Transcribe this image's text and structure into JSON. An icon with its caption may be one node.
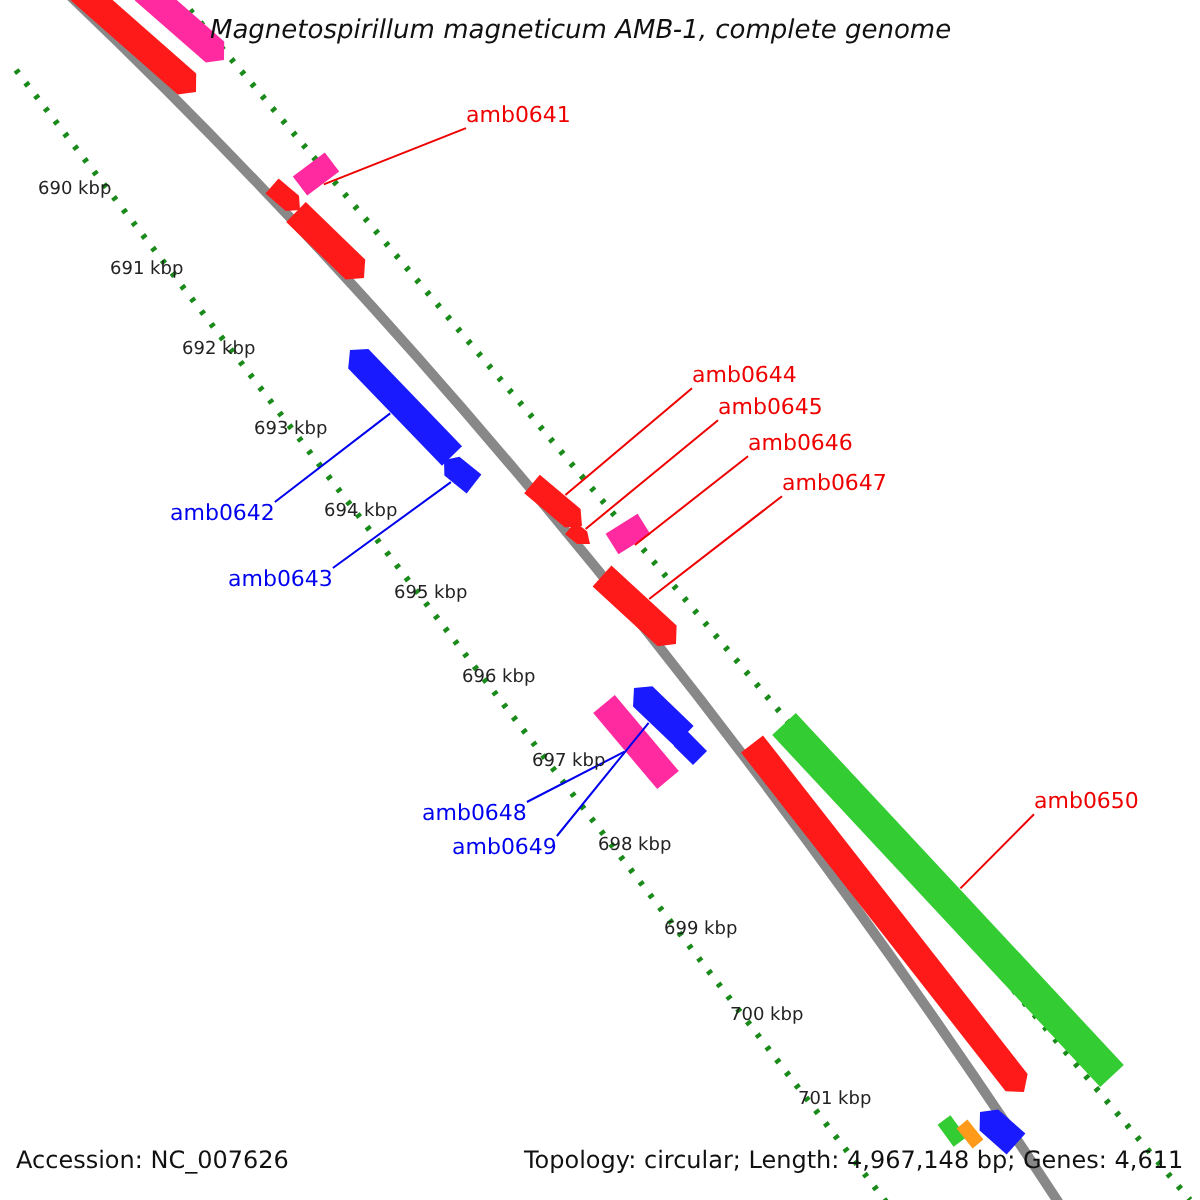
{
  "diagram": {
    "title": "Magnetospirillum magneticum AMB-1, complete genome",
    "nodes": [
      {
        "text": [
          "amb0641"
        ]
      },
      {
        "text": [
          "amb0642"
        ]
      },
      {
        "text": [
          "amb0643"
        ]
      },
      {
        "text": [
          "amb0644"
        ]
      },
      {
        "text": [
          "amb0645"
        ]
      },
      {
        "text": [
          "amb0646"
        ]
      },
      {
        "text": [
          "amb0647"
        ]
      },
      {
        "text": [
          "amb0648"
        ]
      },
      {
        "text": [
          "amb0649"
        ]
      },
      {
        "text": [
          "amb0650"
        ]
      },
      {
        "text": [],
        "shape": "bar"
      },
      {
        "text": [],
        "shape": "bar"
      },
      {
        "text": [],
        "shape": "bar"
      },
      {
        "text": [],
        "shape": "bar"
      },
      {
        "text": [],
        "shape": "bar"
      },
      {
        "text": [],
        "shape": "bar"
      },
      {
        "text": [],
        "shape": "bar"
      },
      {
        "text": [],
        "shape": "bar"
      },
      {
        "text": [],
        "shape": "bar"
      },
      {
        "text": [],
        "shape": "bar"
      },
      {
        "text": [],
        "shape": "bar"
      },
      {
        "text": [],
        "shape": "bar"
      },
      {
        "text": [],
        "shape": "bar"
      },
      {
        "text": [],
        "shape": "bar"
      },
      {
        "text": [],
        "shape": "bar"
      },
      {
        "text": [],
        "shape": "bar"
      },
      {
        "text": [],
        "shape": "bar"
      },
      {
        "text": [],
        "shape": "bar"
      },
      {
        "text": [],
        "shape": "bar"
      }
    ],
    "edges": [
      {
        "from": 0,
        "to": 10,
        "arrow": "none"
      },
      {
        "from": 1,
        "to": 11,
        "arrow": "none",
        "color": "#0000ee"
      },
      {
        "from": 2,
        "to": 12,
        "arrow": "none",
        "color": "#0000ee"
      },
      {
        "from": 3,
        "to": 13,
        "arrow": "none"
      },
      {
        "from": 4,
        "to": 14,
        "arrow": "none"
      },
      {
        "from": 5,
        "to": 15,
        "arrow": "none"
      },
      {
        "from": 6,
        "to": 16,
        "arrow": "none"
      },
      {
        "from": 7,
        "to": 17,
        "arrow": "none",
        "color": "#0000ee"
      },
      {
        "from": 8,
        "to": 18,
        "arrow": "none",
        "color": "#0000ee"
      },
      {
        "from": 9,
        "to": 19,
        "arrow": "none"
      }
    ],
    "labels": [
      "690 kbp",
      "691 kbp",
      "692 kbp",
      "693 kbp",
      "694 kbp",
      "695 kbp",
      "696 kbp",
      "697 kbp",
      "698 kbp",
      "699 kbp",
      "700 kbp",
      "701 kbp",
      "Accession: NC_007626",
      "Topology: circular; Length: 4,967,148 bp; Genes: 4,611"
    ]
  }
}
